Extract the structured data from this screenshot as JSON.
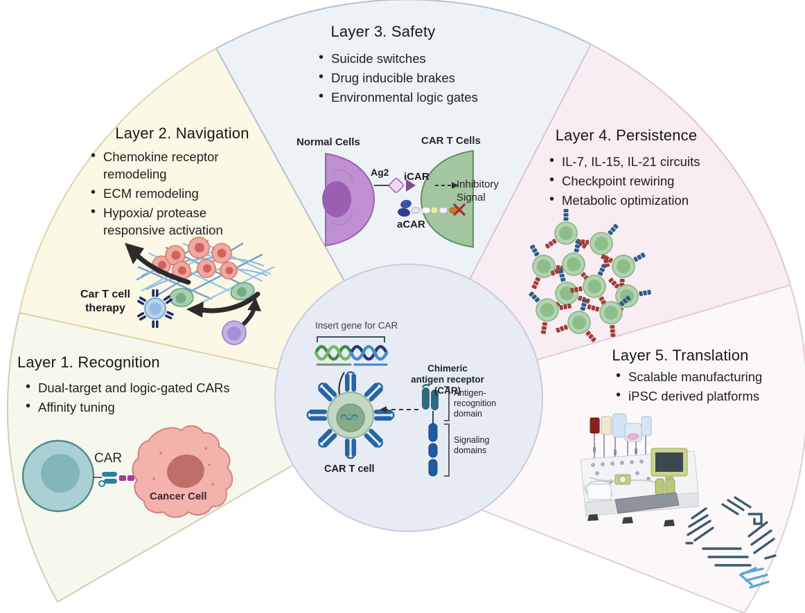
{
  "figure": {
    "layers": [
      {
        "title": "Layer 1. Recognition",
        "bullets": [
          "Dual-target and logic-gated CARs",
          "Affinity tuning"
        ]
      },
      {
        "title": "Layer 2. Navigation",
        "bullets": [
          "Chemokine receptor remodeling",
          "ECM remodeling",
          "Hypoxia/ protease responsive activation"
        ]
      },
      {
        "title": "Layer 3. Safety",
        "bullets": [
          "Suicide switches",
          "Drug inducible brakes",
          "Environmental logic gates"
        ]
      },
      {
        "title": "Layer 4. Persistence",
        "bullets": [
          "IL-7, IL-15, IL-21 circuits",
          "Checkpoint rewiring",
          "Metabolic optimization"
        ]
      },
      {
        "title": "Layer 5. Translation",
        "bullets": [
          "Scalable manufacturing",
          "iPSC derived platforms"
        ]
      }
    ],
    "labels": {
      "layer1_car": "CAR",
      "layer1_cancer_cell": "Cancer Cell",
      "layer2_therapy": "Car T cell therapy",
      "layer3_normal_cells": "Normal Cells",
      "layer3_car_t_cells": "CAR T Cells",
      "layer3_ag2": "Ag2",
      "layer3_icar": "iCAR",
      "layer3_inhibitory_signal": "Inhibitory Signal",
      "layer3_acar": "aCAR",
      "center_insert_gene": "Insert gene for CAR",
      "center_receptor_title": "Chimeric antigen receptor (CAR)",
      "center_antigen_domain": "Antigen-recognition domain",
      "center_signaling_domains": "Signaling domains",
      "center_car_t_cell": "CAR T cell"
    },
    "colors": {
      "sector_recognition": "#f7f8ed",
      "sector_navigation": "#fbf8e5",
      "sector_safety": "#edf2f6",
      "sector_persistence": "#f8edf3",
      "sector_translation": "#fcf8fa",
      "center_circle": "#e7ebf4",
      "car_t_cell_green": "#c3d8c2",
      "receptor_blue": "#2565a5",
      "cancer_cell_pink": "#f3b2ac",
      "normal_cell_purple": "#bf8fd0",
      "ecm_fiber_blue": "#6f9fd2",
      "inhibition_red": "#a83232",
      "brain_circuit_slate": "#3c5a6e",
      "brain_circuit_blue": "#5aa8d8"
    }
  }
}
